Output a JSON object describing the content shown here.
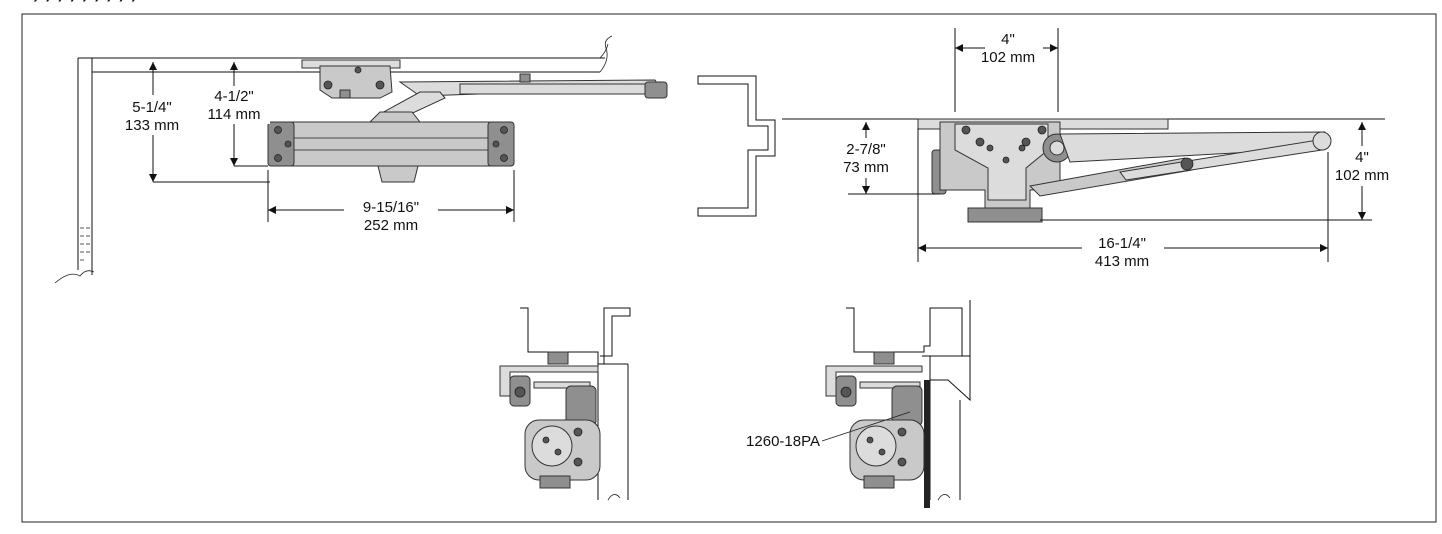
{
  "header_fragment": "... , , , , , , , , ,",
  "top_left": {
    "dim_height_outer": {
      "imperial": "5-1/4\"",
      "metric": "133 mm"
    },
    "dim_height_inner": {
      "imperial": "4-1/2\"",
      "metric": "114 mm"
    },
    "dim_width": {
      "imperial": "9-15/16\"",
      "metric": "252 mm"
    }
  },
  "top_right": {
    "dim_bracket_width": {
      "imperial": "4\"",
      "metric": "102 mm"
    },
    "dim_bracket_depth": {
      "imperial": "2-7/8\"",
      "metric": "73 mm"
    },
    "dim_arm_height": {
      "imperial": "4\"",
      "metric": "102 mm"
    },
    "dim_overall_length": {
      "imperial": "16-1/4\"",
      "metric": "413 mm"
    }
  },
  "bottom": {
    "part_callout": "1260-18PA"
  }
}
